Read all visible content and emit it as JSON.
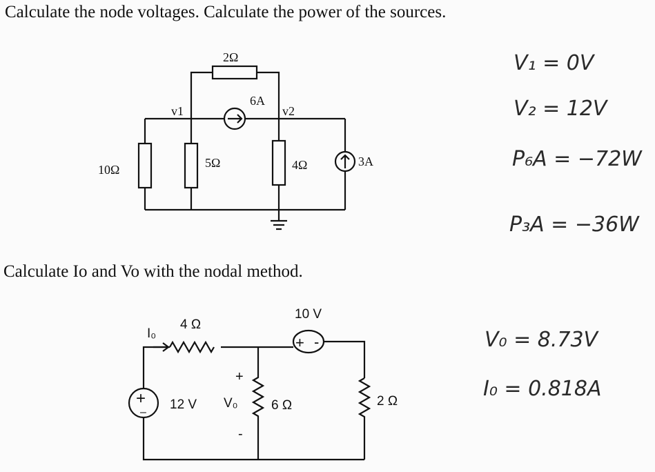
{
  "problem1": {
    "heading": "Calculate the node voltages. Calculate the power of the sources.",
    "labels": {
      "r_top": "2Ω",
      "r_left": "10Ω",
      "r_mid": "5Ω",
      "r_right": "4Ω",
      "current_source_a": "6A",
      "current_source_b": "3A",
      "node_1": "v1",
      "node_2": "v2"
    },
    "answers": {
      "v1": "V₁ = 0V",
      "v2": "V₂ = 12V",
      "p6a": "P₆A = −72W",
      "p3a": "P₃A = −36W"
    }
  },
  "problem2": {
    "heading": "Calculate Io and Vo with the nodal method.",
    "labels": {
      "current": "I₀",
      "r_top": "4 Ω",
      "voltage_source_top": "10 V",
      "voltage_source_left": "12 V",
      "vo": "V₀",
      "plus": "+",
      "minus": "-",
      "r_mid": "6 Ω",
      "r_right": "2 Ω"
    },
    "answers": {
      "vo": "V₀ = 8.73V",
      "io": "I₀ = 0.818A"
    }
  }
}
